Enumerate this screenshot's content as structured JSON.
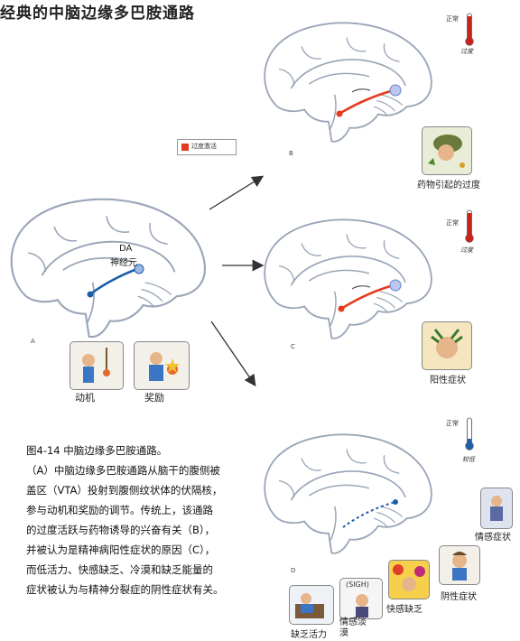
{
  "title": "经典的中脑边缘多巴胺通路",
  "legend": {
    "label": "过度激活",
    "color": "#e53a20"
  },
  "panel_a": {
    "letter": "A",
    "da_label": "DA",
    "neuron_label": "神经元",
    "img1_label": "动机",
    "img2_label": "奖励"
  },
  "panel_b": {
    "letter": "B",
    "thermo_top": "正常",
    "thermo_bottom": "过度",
    "img_label": "药物引起的过度"
  },
  "panel_c": {
    "letter": "C",
    "thermo_top": "正常",
    "thermo_bottom": "过度",
    "img_label": "阳性症状"
  },
  "panel_d": {
    "letter": "D",
    "thermo_top": "正常",
    "thermo_bottom": "较低",
    "img_labels": {
      "emotion": "情感症状",
      "apathy": "缺乏活力",
      "flat": "情感淡漠",
      "anhedonia": "快感缺乏",
      "negative": "阴性症状"
    },
    "sigh": "(SIGH)"
  },
  "caption": {
    "title": "图4-14 中脑边缘多巴胺通路。",
    "lines": [
      "（A）中脑边缘多巴胺通路从脑干的腹侧被",
      "盖区（VTA）投射到腹侧纹状体的伏隔核，",
      "参与动机和奖励的调节。传统上，该通路",
      "的过度活跃与药物诱导的兴奋有关（B），",
      "并被认为是精神病阳性症状的原因（C），",
      "而低活力、快感缺乏、冷漠和缺乏能量的",
      "症状被认为与精神分裂症的阴性症状有关。"
    ]
  },
  "colors": {
    "overactive": "#e53a20",
    "normal": "#1f5ea8",
    "outline": "#9aa6b8"
  }
}
